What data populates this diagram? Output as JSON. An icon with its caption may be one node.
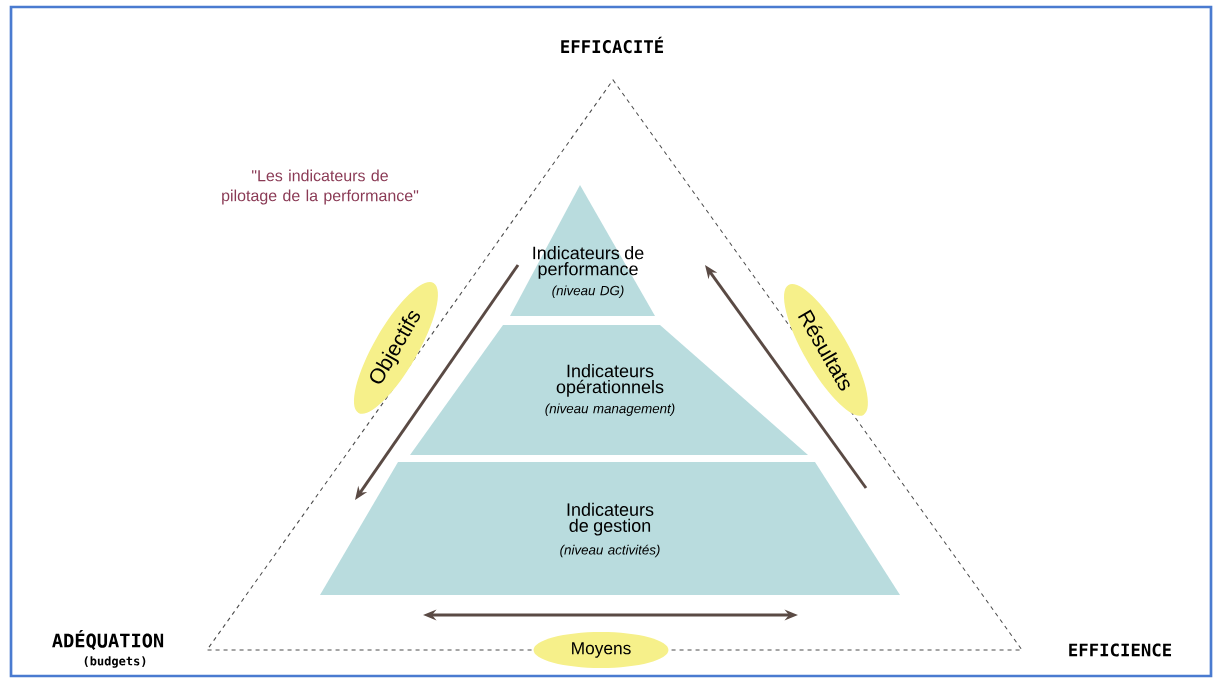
{
  "diagram": {
    "nodes": [
      {
        "text": [
          "Indicateurs de performance",
          "(niveau DG)"
        ]
      },
      {
        "text": [
          "Indicateurs opérationnels",
          "(niveau management)"
        ]
      },
      {
        "text": [
          "Indicateurs de gestion",
          "(niveau activités)"
        ]
      },
      {
        "text": [
          "Objectifs"
        ]
      },
      {
        "text": [
          "Résultats"
        ]
      },
      {
        "text": [
          "Moyens"
        ]
      }
    ],
    "labels": [
      "EFFICACITÉ",
      "\"Les indicateurs de pilotage de la performance\"",
      "ADÉQUATION",
      "(budgets)",
      "EFFICIENCE"
    ]
  }
}
